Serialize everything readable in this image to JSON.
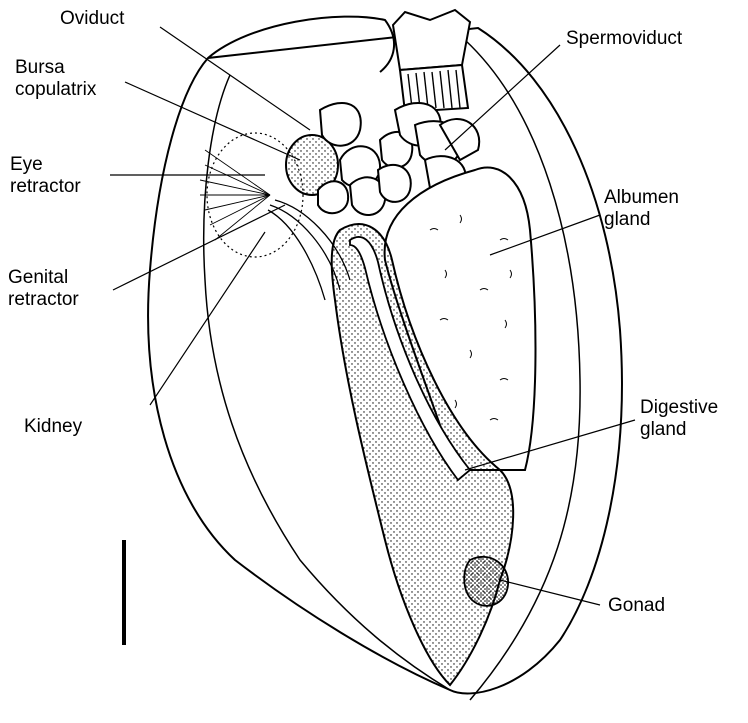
{
  "diagram": {
    "labels": {
      "oviduct": "Oviduct",
      "bursa_line1": "Bursa",
      "bursa_line2": "copulatrix",
      "eye_line1": "Eye",
      "eye_line2": "retractor",
      "genital_line1": "Genital",
      "genital_line2": "retractor",
      "kidney": "Kidney",
      "spermoviduct": "Spermoviduct",
      "albumen_line1": "Albumen",
      "albumen_line2": "gland",
      "digestive_line1": "Digestive",
      "digestive_line2": "gland",
      "gonad": "Gonad"
    },
    "colors": {
      "ink": "#000000",
      "background": "#ffffff"
    }
  }
}
